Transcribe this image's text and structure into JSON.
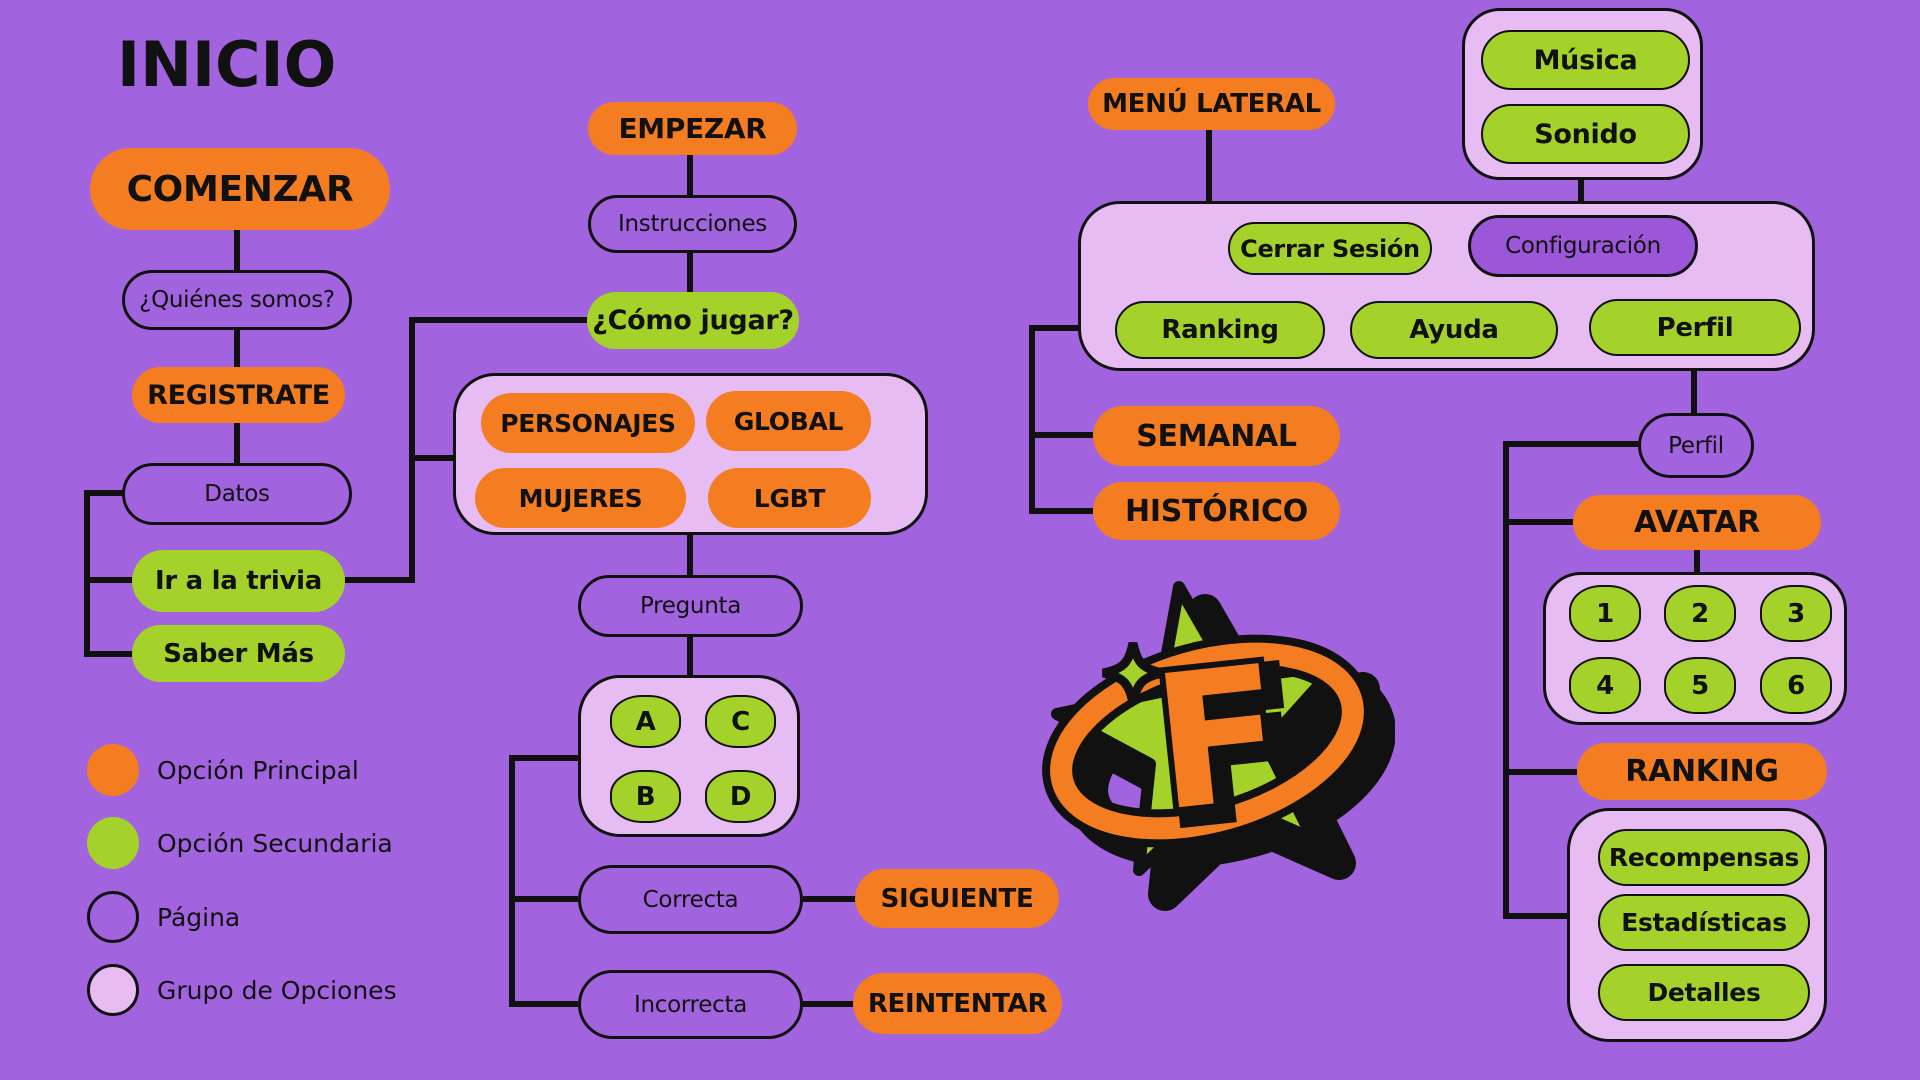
{
  "title": "INICIO",
  "colors": {
    "background": "#A263DF",
    "primary_option": "#F57D21",
    "secondary_option": "#A5D22A",
    "group_fill": "#E7BCF2",
    "page_outline": "#111111",
    "config_fill": "#9C57D8"
  },
  "left": {
    "comenzar": "COMENZAR",
    "quienes_somos": "¿Quiénes somos?",
    "registrate": "REGISTRATE",
    "datos": "Datos",
    "ir_a_la_trivia": "Ir a la trivia",
    "saber_mas": "Saber Más"
  },
  "legend": {
    "principal": "Opción Principal",
    "secundaria": "Opción Secundaria",
    "pagina": "Página",
    "grupo": "Grupo de Opciones"
  },
  "middle": {
    "empezar": "EMPEZAR",
    "instrucciones": "Instrucciones",
    "como_jugar": "¿Cómo jugar?",
    "categories": [
      "PERSONAJES",
      "GLOBAL",
      "MUJERES",
      "LGBT"
    ],
    "pregunta": "Pregunta",
    "answers": [
      "A",
      "C",
      "B",
      "D"
    ],
    "correcta": "Correcta",
    "siguiente": "SIGUIENTE",
    "incorrecta": "Incorrecta",
    "reintentar": "REINTENTAR"
  },
  "menu": {
    "menu_lateral": "MENÚ LATERAL",
    "musica": "Música",
    "sonido": "Sonido",
    "cerrar_sesion": "Cerrar Sesión",
    "configuracion": "Configuración",
    "ranking": "Ranking",
    "ayuda": "Ayuda",
    "perfil": "Perfil",
    "semanal": "SEMANAL",
    "historico": "HISTÓRICO"
  },
  "profile": {
    "perfil_page": "Perfil",
    "avatar": "AVATAR",
    "avatars": [
      "1",
      "2",
      "3",
      "4",
      "5",
      "6"
    ],
    "ranking": "RANKING",
    "recompensas": "Recompensas",
    "estadisticas": "Estadísticas",
    "detalles": "Detalles"
  },
  "logo": {
    "letter": "F"
  }
}
